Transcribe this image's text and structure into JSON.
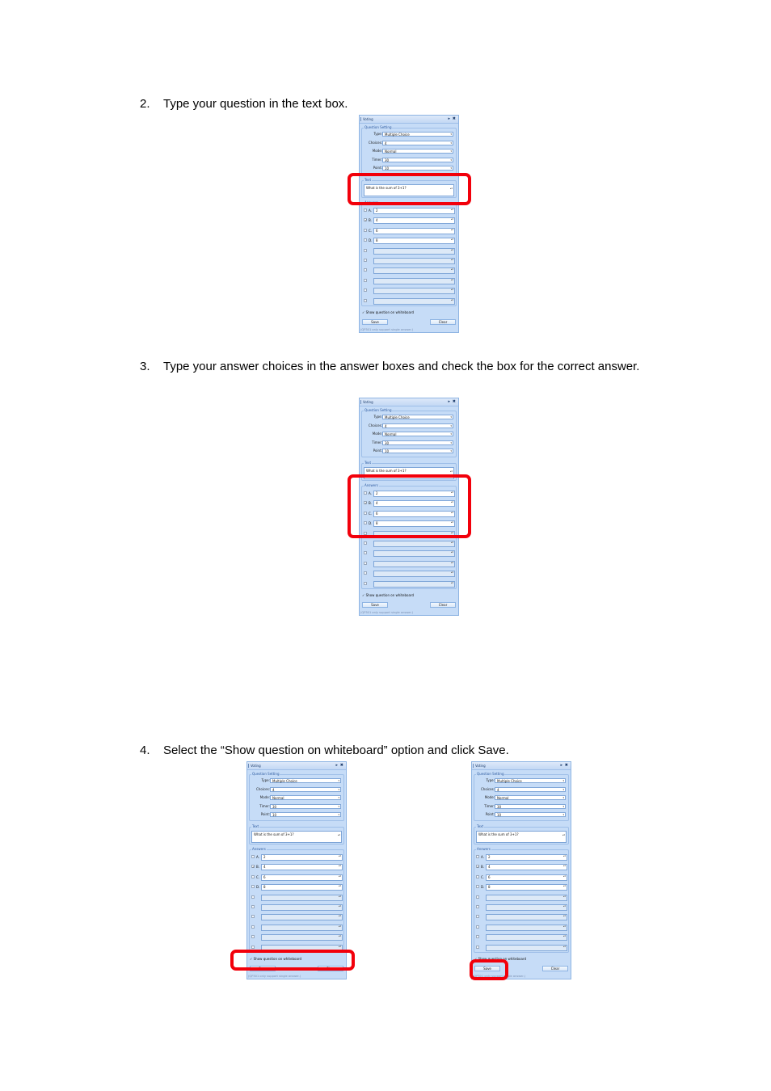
{
  "steps": [
    {
      "num": "2.",
      "text": "Type your question in the text box."
    },
    {
      "num": "3.",
      "text": "Type your answer choices in the answer boxes and check the box for the correct answer."
    },
    {
      "num": "4.",
      "text": "Select the “Show question on whiteboard” option and click Save."
    }
  ],
  "panel": {
    "title": "Voting",
    "pin_glyph": "▸",
    "close_glyph": "✖",
    "question_setting_label": "Question Setting",
    "fields": [
      {
        "label": "Type:",
        "value": "Multiple Choice"
      },
      {
        "label": "Choices:",
        "value": "4"
      },
      {
        "label": "Mode:",
        "value": "Normal"
      },
      {
        "label": "Timer:",
        "value": "30"
      },
      {
        "label": "Point:",
        "value": "10"
      }
    ],
    "text_label": "Text",
    "question_text": "What is the sum of 3+1?",
    "answers_label": "Answers",
    "answers": [
      {
        "letter": "A.",
        "value": "2",
        "checked": false
      },
      {
        "letter": "B.",
        "value": "4",
        "checked": true
      },
      {
        "letter": "C.",
        "value": "6",
        "checked": false
      },
      {
        "letter": "D.",
        "value": "8",
        "checked": false
      }
    ],
    "empty_answer_rows": 6,
    "show_question_label": "Show question on whiteboard",
    "show_question_checked": true,
    "save_label": "Save",
    "clear_label": "Clear",
    "note": "(QP301 only support single answer.)",
    "check_glyph": "✓",
    "dropdown_glyph": "▾",
    "spinner_glyph": "▴▾"
  },
  "highlight_color": "#f2000b",
  "panel_bg_color": "#c6dcf7"
}
